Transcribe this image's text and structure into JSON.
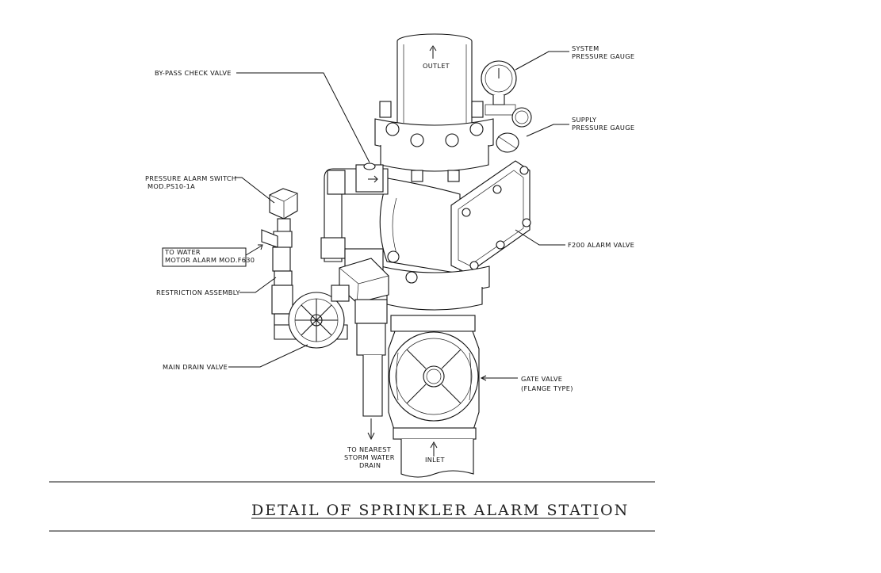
{
  "drawing": {
    "title": "DETAIL OF SPRINKLER ALARM STATION",
    "labels": {
      "bypass_check_valve": "BY-PASS CHECK VALVE",
      "pressure_alarm_switch_1": "PRESSURE ALARM SWITCH",
      "pressure_alarm_switch_2": "MOD.PS10-1A",
      "to_water_1": "TO WATER",
      "to_water_2": "MOTOR ALARM MOD.F630",
      "restriction_assembly": "RESTRICTION ASSEMBLY",
      "main_drain_valve": "MAIN DRAIN VALVE",
      "outlet": "OUTLET",
      "system_gauge_1": "SYSTEM",
      "system_gauge_2": "PRESSURE GAUGE",
      "supply_gauge_1": "SUPPLY",
      "supply_gauge_2": "PRESSURE GAUGE",
      "alarm_valve": "F200 ALARM VALVE",
      "gate_valve_1": "GATE VALVE",
      "gate_valve_2": "(FLANGE TYPE)",
      "drain_1": "TO NEAREST",
      "drain_2": "STORM WATER",
      "drain_3": "DRAIN",
      "inlet": "INLET"
    }
  }
}
